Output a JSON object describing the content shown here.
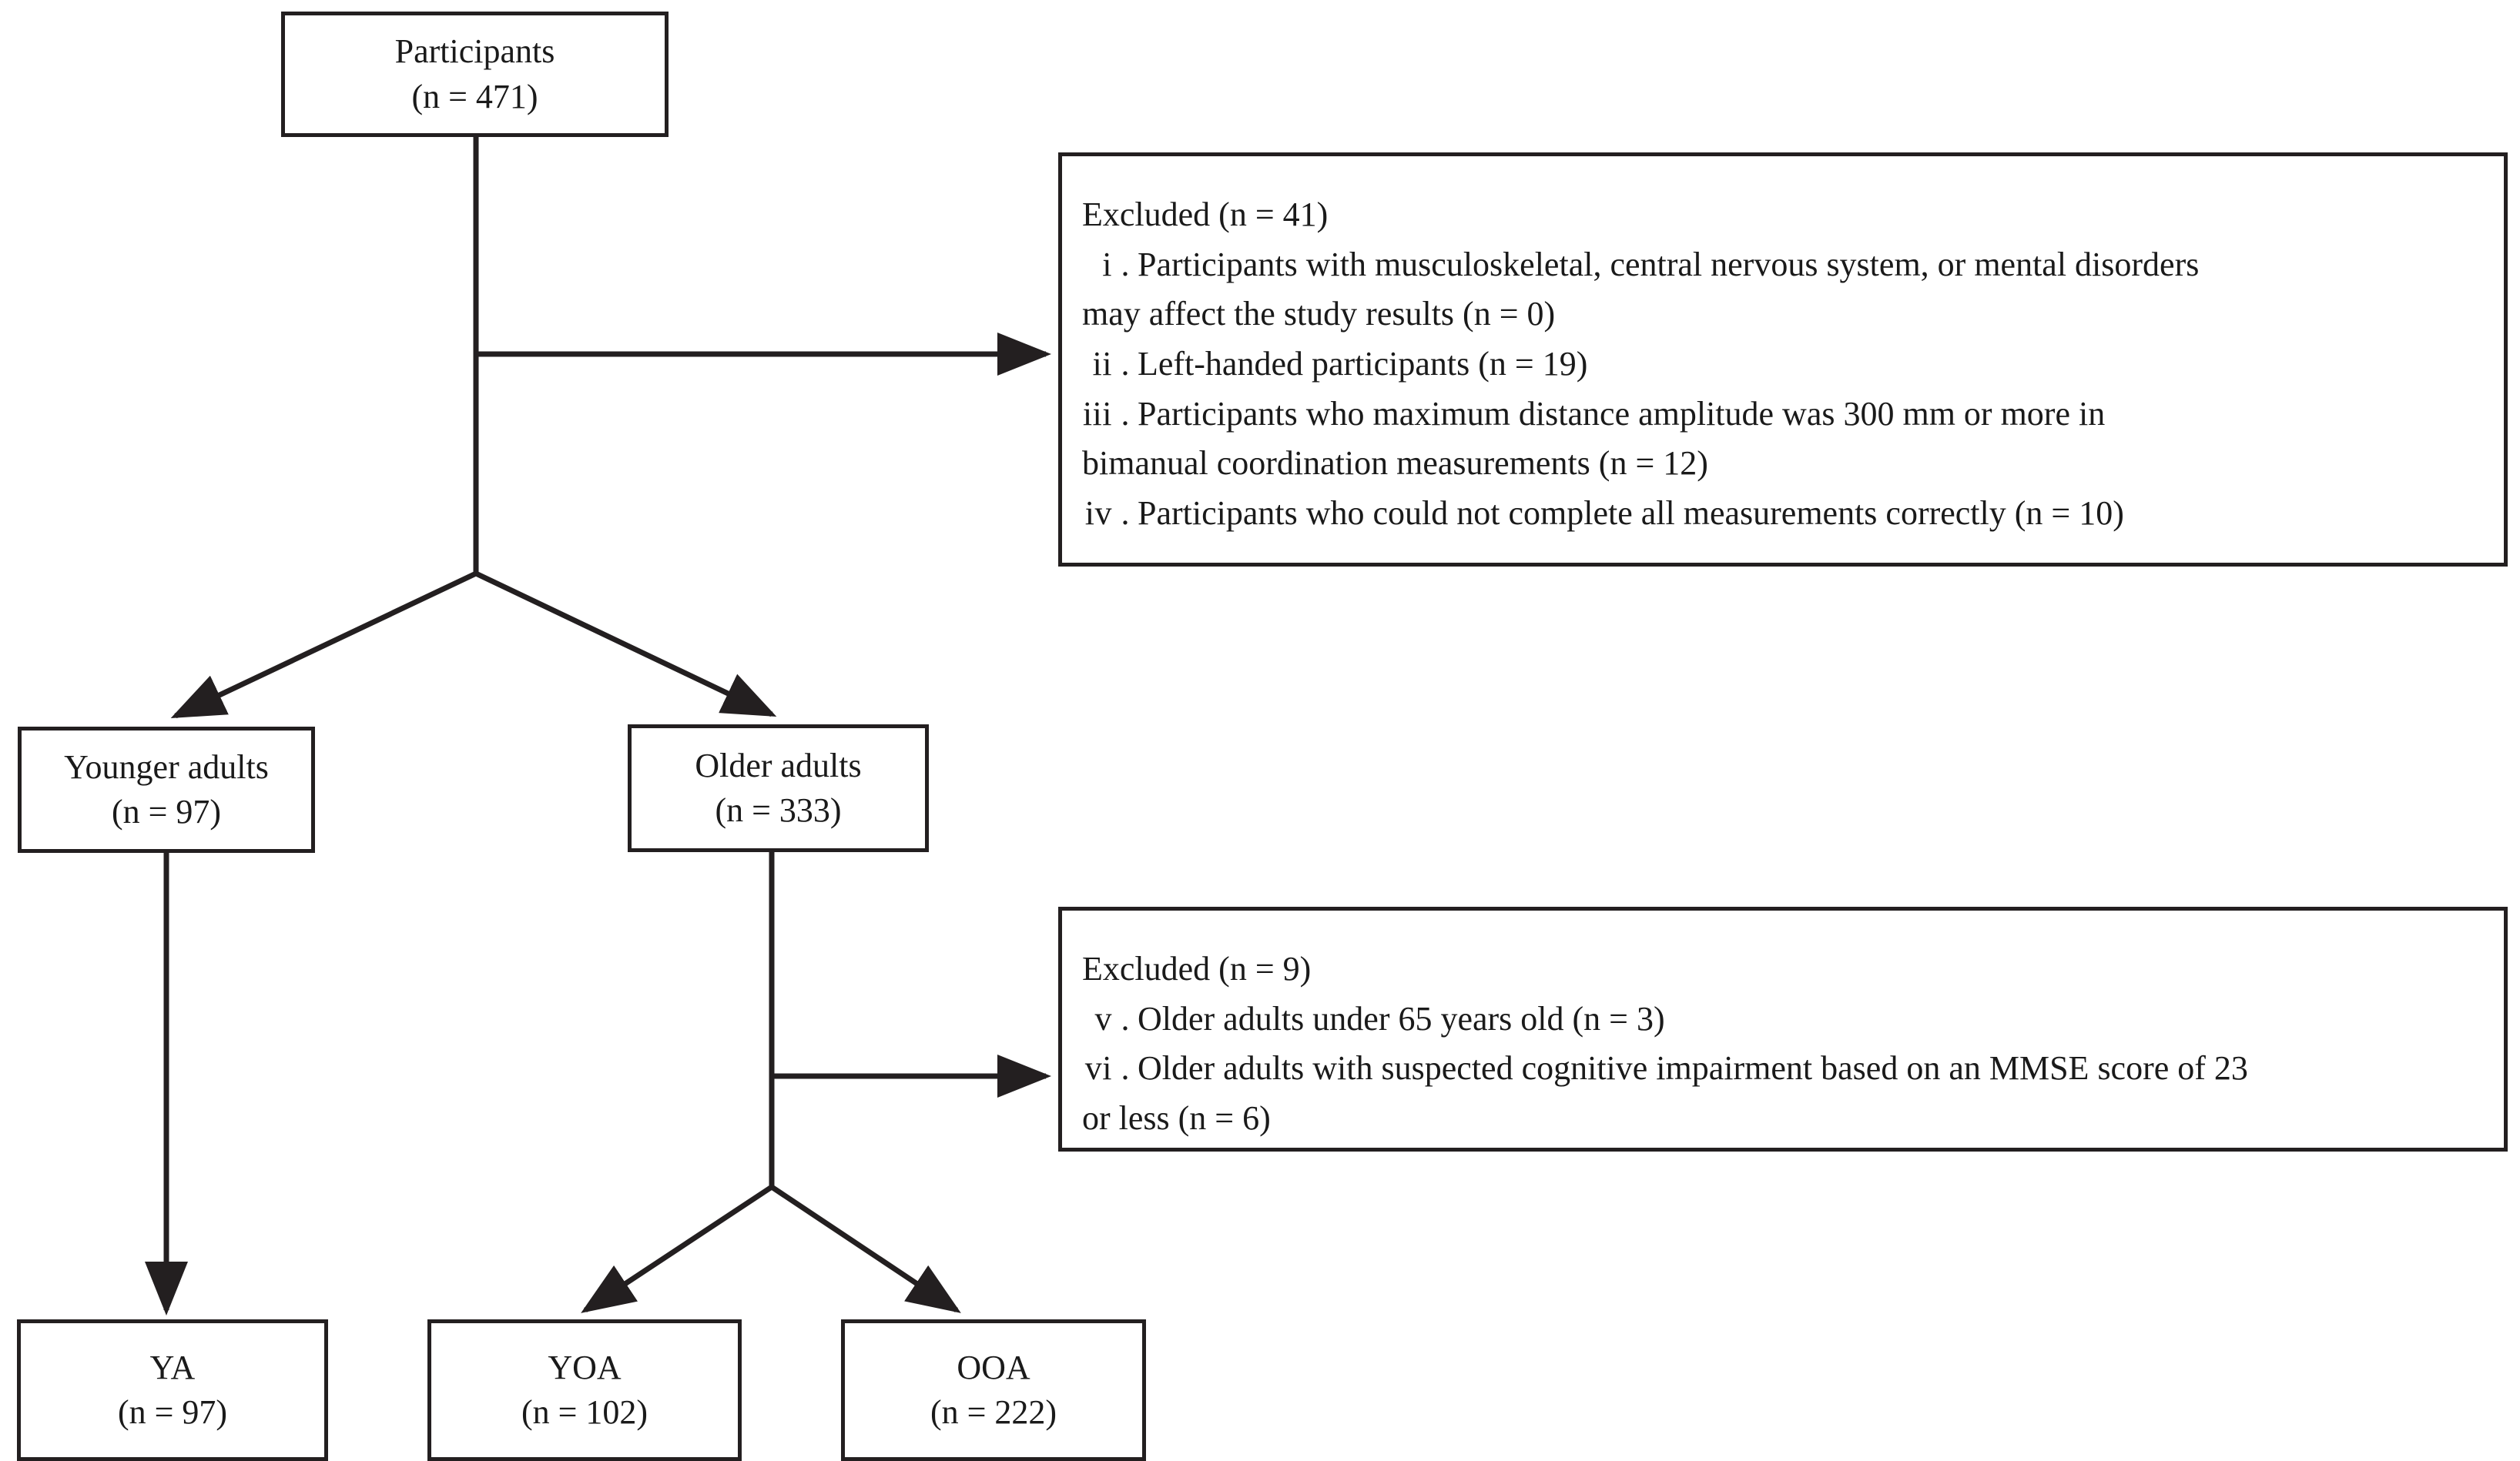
{
  "figure": {
    "type": "flowchart",
    "title": "Participant flow diagram",
    "colors": {
      "stroke": "#231f20",
      "background": "#ffffff",
      "text": "#1a1a1a"
    }
  },
  "nodes": {
    "participants": {
      "label": "Participants",
      "count": "(n = 471)"
    },
    "younger_adults": {
      "label": "Younger adults",
      "count": "(n = 97)"
    },
    "older_adults": {
      "label": "Older adults",
      "count": "(n = 333)"
    },
    "ya": {
      "label": "YA",
      "count": "(n = 97)"
    },
    "yoa": {
      "label": "YOA",
      "count": "(n = 102)"
    },
    "ooa": {
      "label": "OOA",
      "count": "(n = 222)"
    }
  },
  "excluded_1": {
    "heading": "Excluded (n = 41)",
    "items": [
      {
        "numeral": "ⅰ",
        "numeral_text": "i",
        "line1": "Participants with musculoskeletal, central nervous system, or mental disorders",
        "line2": "may affect the study results (n = 0)"
      },
      {
        "numeral": "ⅱ",
        "numeral_text": "ii",
        "line1": "Left-handed participants (n = 19)",
        "line2": ""
      },
      {
        "numeral": "ⅲ",
        "numeral_text": "iii",
        "line1": "Participants who maximum distance amplitude was 300 mm or more in",
        "line2": "bimanual coordination measurements (n = 12)"
      },
      {
        "numeral": "ⅳ",
        "numeral_text": "iv",
        "line1": "Participants who could not complete all measurements correctly (n = 10)",
        "line2": ""
      }
    ]
  },
  "excluded_2": {
    "heading": "Excluded (n = 9)",
    "items": [
      {
        "numeral": "ⅴ",
        "numeral_text": "v",
        "line1": "Older adults under 65 years old (n = 3)",
        "line2": ""
      },
      {
        "numeral": "ⅵ",
        "numeral_text": "vi",
        "line1": "Older adults with suspected cognitive impairment based on an MMSE score of 23",
        "line2": "or less (n = 6)"
      }
    ]
  },
  "connectors": [
    {
      "name": "participants-to-split",
      "from": "participants",
      "to": "split-1"
    },
    {
      "name": "participants-to-excluded-1",
      "from": "participants-stem",
      "to": "excluded_1"
    },
    {
      "name": "split-to-younger-adults",
      "from": "split-1",
      "to": "younger_adults"
    },
    {
      "name": "split-to-older-adults",
      "from": "split-1",
      "to": "older_adults"
    },
    {
      "name": "younger-adults-to-ya",
      "from": "younger_adults",
      "to": "ya"
    },
    {
      "name": "older-adults-to-excluded-2",
      "from": "older-adults-stem",
      "to": "excluded_2"
    },
    {
      "name": "split-to-yoa",
      "from": "split-2",
      "to": "yoa"
    },
    {
      "name": "split-to-ooa",
      "from": "split-2",
      "to": "ooa"
    }
  ]
}
